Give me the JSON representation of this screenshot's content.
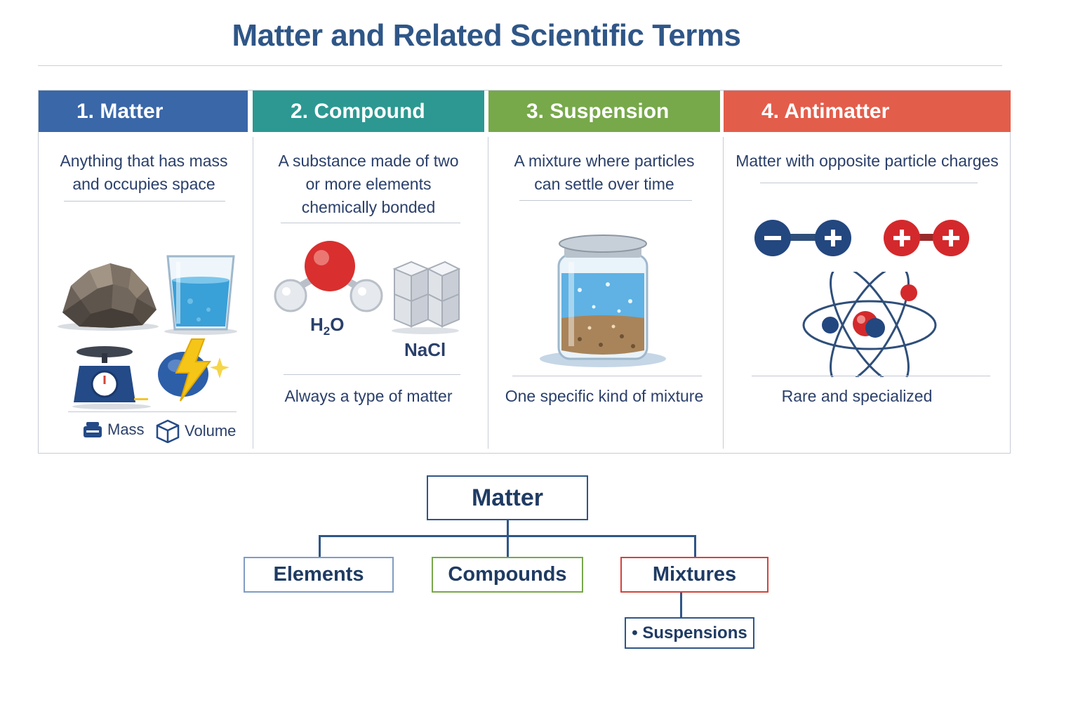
{
  "title": "Matter and Related Scientific Terms",
  "columns": [
    {
      "heading": "1. Matter",
      "color": "#3a67a8",
      "description": [
        "Anything that has mass",
        "and occupies space"
      ],
      "legend": [
        {
          "icon": "scale-icon",
          "label": "Mass"
        },
        {
          "icon": "cube-icon",
          "label": "Volume"
        }
      ]
    },
    {
      "heading": "2. Compound",
      "color": "#2c9891",
      "description": [
        "A substance made of two",
        "or  more elements",
        "chemically bonded"
      ],
      "labels": {
        "water": "H",
        "water_sub": "2",
        "water_end": "O",
        "salt": "NaCl"
      },
      "note": "Always a type of matter"
    },
    {
      "heading": "3. Suspension",
      "color": "#77a84a",
      "description": [
        "A mixture where particles",
        "can settle over time"
      ],
      "note": "One specific kind of mixture"
    },
    {
      "heading": "4. Antimatter",
      "color": "#e35d4b",
      "description": [
        "Matter with opposite particle charges"
      ],
      "note": "Rare and specialized"
    }
  ],
  "tree": {
    "root": {
      "label": "Matter",
      "border": "#2f5687"
    },
    "children": [
      {
        "label": "Elements",
        "border": "#7f9cc4"
      },
      {
        "label": "Compounds",
        "border": "#77a84a"
      },
      {
        "label": "Mixtures",
        "border": "#d2443b"
      }
    ],
    "sub": {
      "label": "• Suspensions",
      "border": "#2f5687"
    }
  }
}
